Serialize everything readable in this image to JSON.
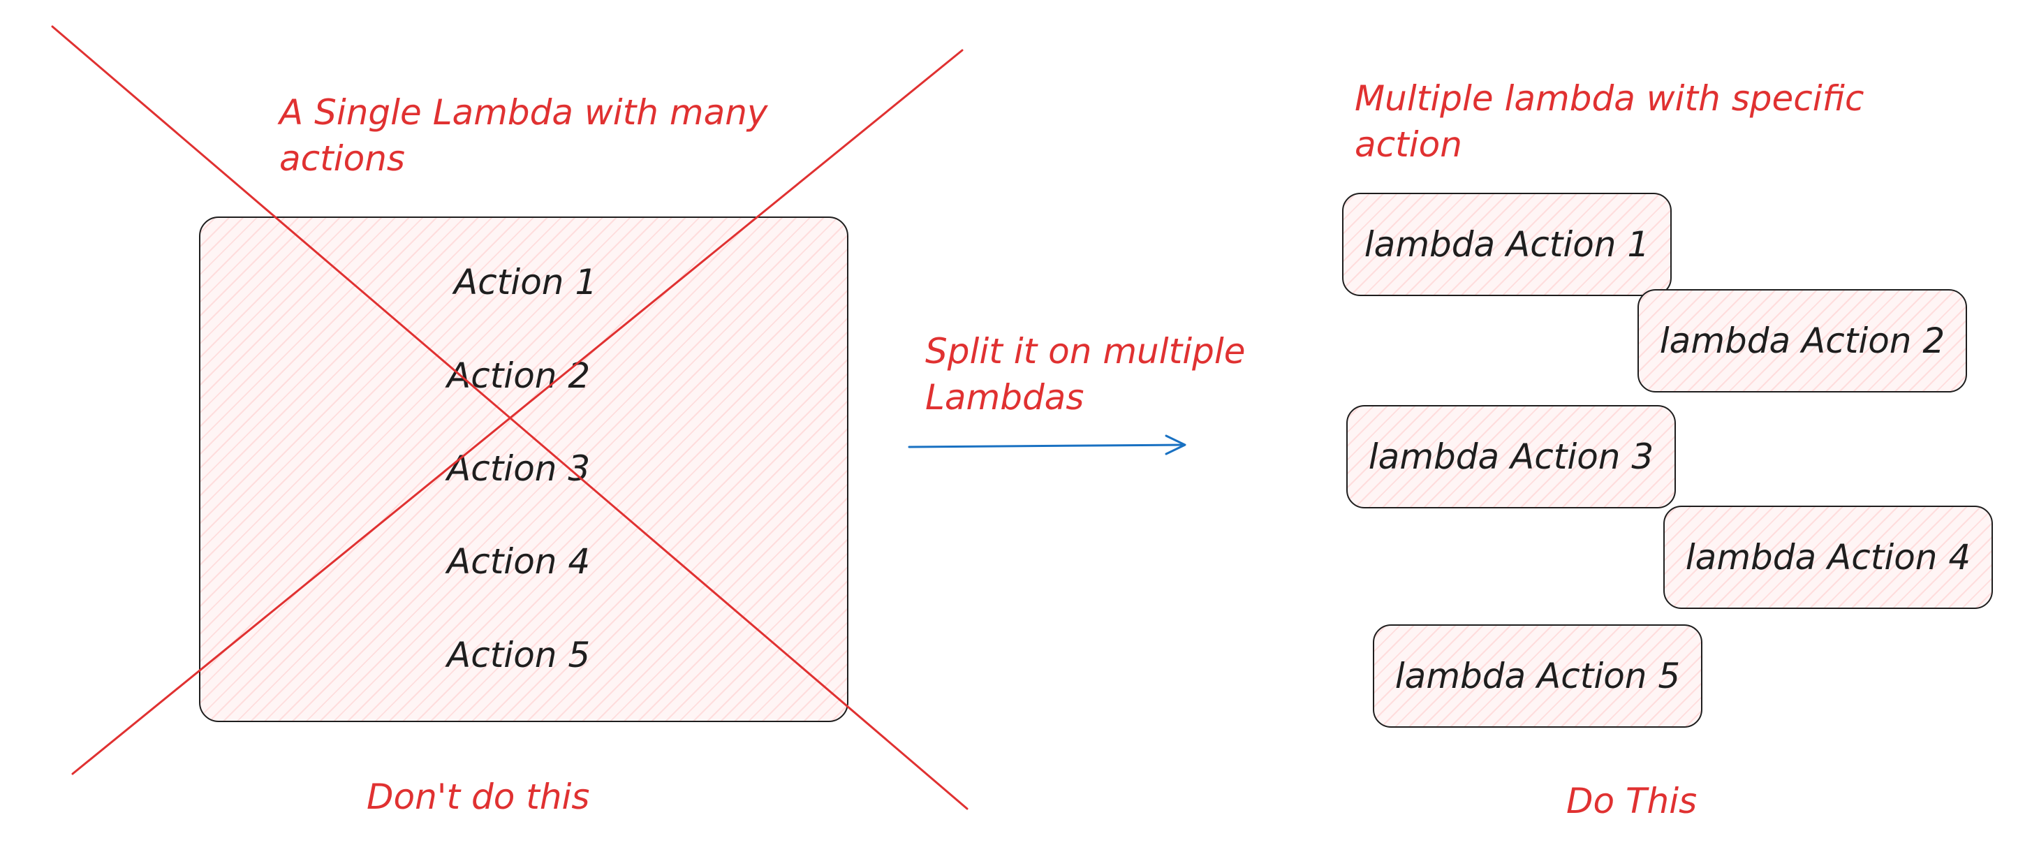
{
  "colors": {
    "red": "#e03131",
    "blue": "#1971c2",
    "ink": "#1e1e1e",
    "fill": "#ffc9c9"
  },
  "left": {
    "title": "A Single Lambda with many actions",
    "actions": [
      "Action 1",
      "Action 2",
      "Action 3",
      "Action 4",
      "Action 5"
    ],
    "caption": "Don't do this"
  },
  "middle": {
    "arrow_label": "Split it on multiple Lambdas"
  },
  "right": {
    "title": "Multiple lambda with specific action",
    "lambdas": [
      "lambda Action 1",
      "lambda Action 2",
      "lambda Action 3",
      "lambda Action 4",
      "lambda Action 5"
    ],
    "caption": "Do This"
  }
}
